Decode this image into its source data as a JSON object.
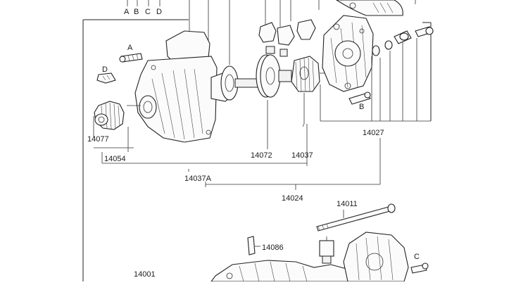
{
  "letters_top": [
    "A",
    "B",
    "C",
    "D"
  ],
  "callout_letters": {
    "a": "A",
    "b": "B",
    "c": "C",
    "d": "D"
  },
  "part_numbers": {
    "p14077": "14077",
    "p14054": "14054",
    "p14072": "14072",
    "p14037": "14037",
    "p14027": "14027",
    "p14037a": "14037A",
    "p14024": "14024",
    "p14011": "14011",
    "p14086": "14086",
    "p14001": "14001"
  }
}
